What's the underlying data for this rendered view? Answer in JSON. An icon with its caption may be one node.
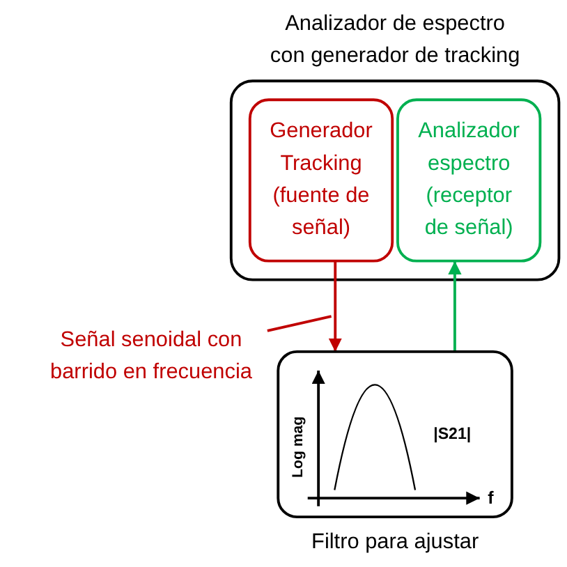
{
  "diagram": {
    "nodes": [
      {
        "text": [
          "Analizador de espectro con generador de tracking"
        ]
      },
      {
        "text": [
          "Generador Tracking (fuente de señal)"
        ],
        "in": 0
      },
      {
        "text": [
          "Analizador espectro (receptor de señal)"
        ],
        "in": 0
      },
      {
        "text": [
          "Señal senoidal con barrido en frecuencia"
        ]
      },
      {
        "text": [
          "Filtro para ajustar"
        ]
      }
    ],
    "edges": [
      {
        "from": 1,
        "to": 4,
        "arrow": "to",
        "color": "#c00000"
      },
      {
        "from": 4,
        "to": 2,
        "arrow": "to",
        "color": "#00b050"
      },
      {
        "from": 3,
        "to": null,
        "arrow": "none",
        "color": "#c00000"
      }
    ],
    "labels": [
      "Log mag",
      "|S21|",
      "f"
    ]
  }
}
